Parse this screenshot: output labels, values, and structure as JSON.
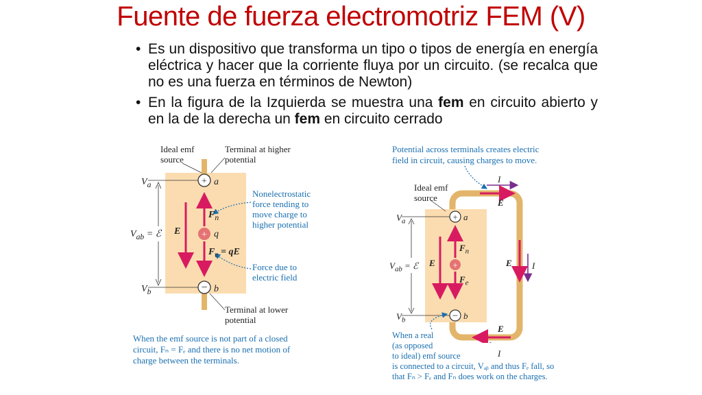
{
  "slide": {
    "title": "Fuente de fuerza electromotriz FEM (V)",
    "bullets": [
      {
        "text_before": "Es un dispositivo que transforma un tipo o tipos de energía en energía eléctrica y hacer que la corriente fluya por un circuito. (se recalca que no es una fuerza en términos de Newton)",
        "bold_1": "",
        "text_mid": "",
        "bold_2": "",
        "text_after": ""
      },
      {
        "text_before": "En la figura de la Izquierda se  muestra una ",
        "bold_1": "fem",
        "text_mid": " en circuito abierto  y en la de la derecha un ",
        "bold_2": "fem",
        "text_after": " en circuito cerrado"
      }
    ]
  },
  "figure_left": {
    "label_ideal_emf_line1": "Ideal emf",
    "label_ideal_emf_line2": "source",
    "label_terminal_high_line1": "Terminal at higher",
    "label_terminal_high_line2": "potential",
    "label_nonelectro_lines": [
      "Nonelectrostatic",
      "force tending to",
      "move charge to",
      "higher potential"
    ],
    "label_force_due_lines": [
      "Force due to",
      "electric field"
    ],
    "label_terminal_low_line1": "Terminal at lower",
    "label_terminal_low_line2": "potential",
    "va": "V",
    "va_sub": "a",
    "vb": "V",
    "vb_sub": "b",
    "vab": "V",
    "vab_sub": "ab",
    "vab_eq": " = ℰ",
    "terminal_a": "a",
    "terminal_b": "b",
    "charge_q": "q",
    "E_label": "E",
    "Fn_label": "F",
    "Fn_sub": "n",
    "Fe_label": "F",
    "Fe_sub": "e",
    "Fe_eq": " = qE",
    "caption_lines": [
      "When the emf source is not part of a closed",
      "circuit, Fₙ = Fₑ and there is no net motion of",
      "charge between the terminals."
    ]
  },
  "figure_right": {
    "caption_top_lines": [
      "Potential across terminals creates electric",
      "field in circuit, causing charges to move."
    ],
    "label_ideal_emf_line1": "Ideal emf",
    "label_ideal_emf_line2": "source",
    "current_I": "I",
    "va": "V",
    "va_sub": "a",
    "vb": "V",
    "vb_sub": "b",
    "vab": "V",
    "vab_sub": "ab",
    "vab_eq": " = ℰ",
    "terminal_a": "a",
    "terminal_b": "b",
    "E_label": "E",
    "Fn_label": "F",
    "Fn_sub": "n",
    "Fe_label": "F",
    "Fe_sub": "e",
    "caption_bottom_lines": [
      "When a real",
      "(as opposed",
      "to ideal) emf source",
      "is connected to a circuit, Vₐᵦ and thus Fₑ fall, so",
      "that Fₙ > Fₑ and Fₙ does work on the charges."
    ]
  },
  "colors": {
    "title": "#c00000",
    "source_fill": "#fbdcb0",
    "wire": "#e3b56a",
    "arrow_pink": "#d81b60",
    "caption_blue": "#1a6fb0",
    "current_purple": "#7b2d8e"
  }
}
